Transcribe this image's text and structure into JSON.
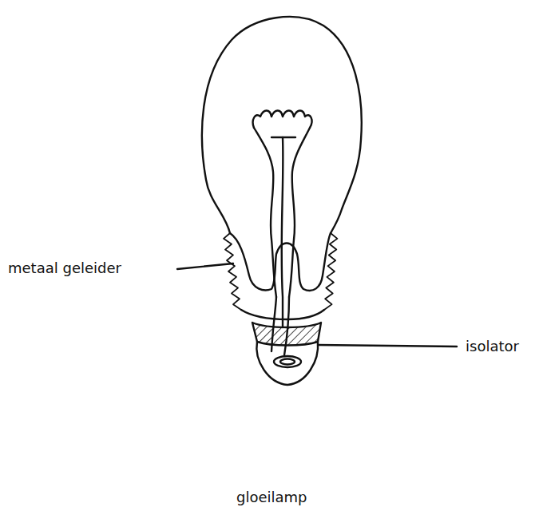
{
  "diagram": {
    "caption": "gloeilamp",
    "labels": [
      "metaal geleider",
      "isolator"
    ]
  }
}
